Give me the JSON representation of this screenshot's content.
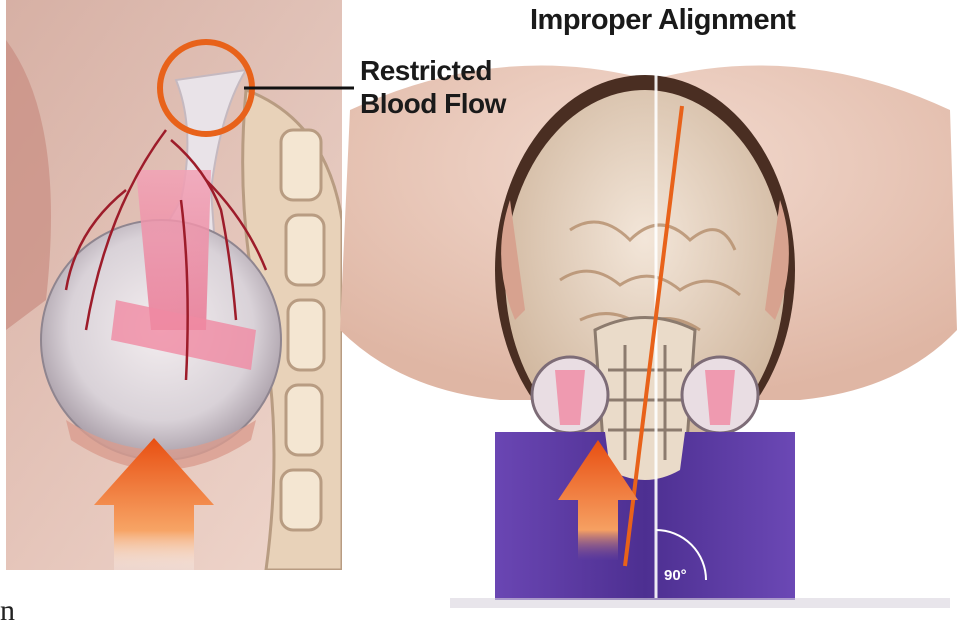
{
  "title": "Improper Alignment",
  "callout": {
    "line1": "Restricted",
    "line2": "Blood Flow"
  },
  "angle_label": "90°",
  "corner_text": "n",
  "colors": {
    "accent_orange": "#e8621a",
    "pillow_purple": "#5b3a9e",
    "skin": "#e9c5b4"
  }
}
